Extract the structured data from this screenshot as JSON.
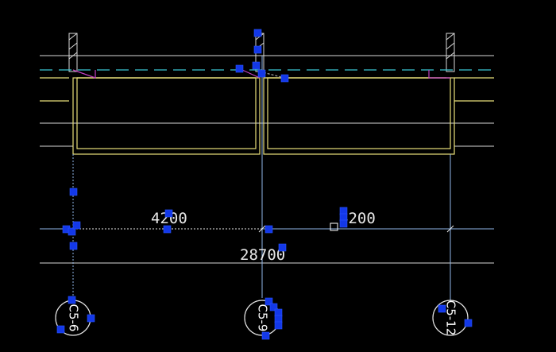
{
  "drawing": {
    "dimensions": {
      "left_span": "4200",
      "right_span": "4200",
      "overall": "28700"
    },
    "axes": {
      "left": "C5-6",
      "middle": "C5-9",
      "right": "C5-12"
    }
  },
  "colors": {
    "background": "#000000",
    "white_line": "#d8d8d8",
    "yellow_line": "#e8e07a",
    "cyan_dash": "#39c7d4",
    "blue_line": "#8fb6e8",
    "magenta": "#c040c0",
    "grip": "#1338e8"
  },
  "icons": {
    "grip": "square-grip-icon",
    "cursor": "pickbox-icon"
  }
}
